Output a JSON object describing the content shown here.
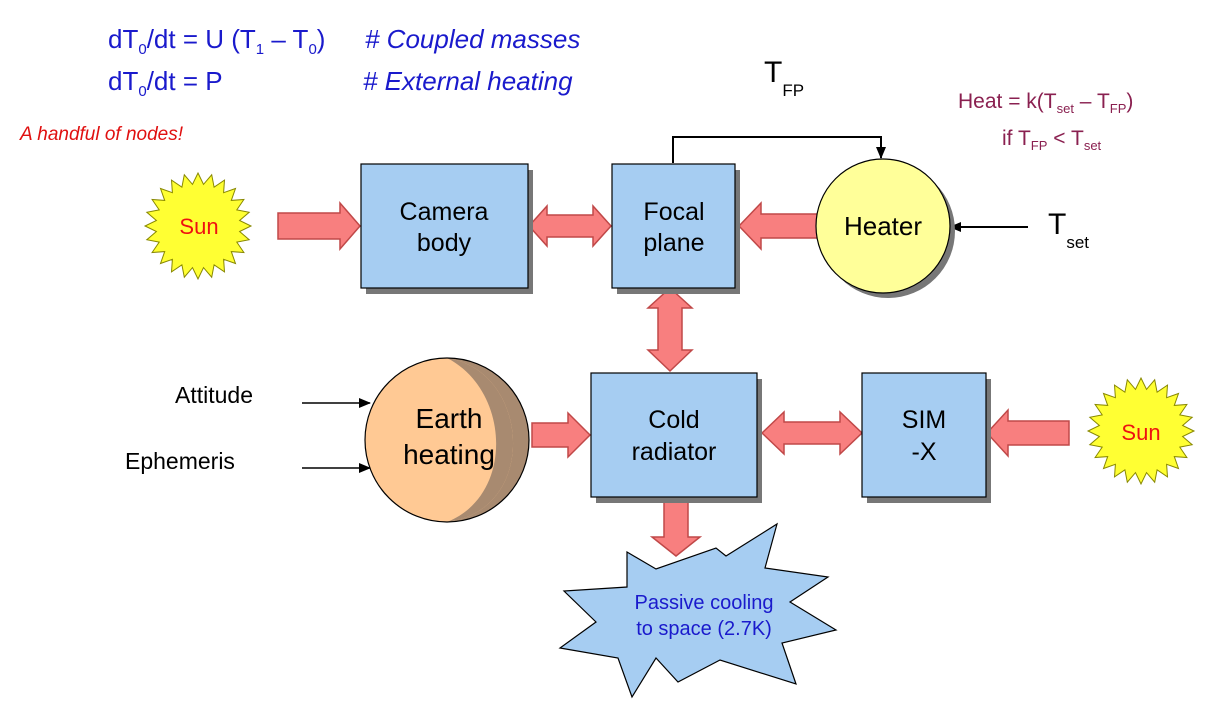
{
  "equations": {
    "line1": {
      "lhs_d": "dT",
      "lhs_sub": "0",
      "lhs_rest": "/dt = U (T",
      "t1_sub": "1",
      "minus": " – T",
      "t0_sub": "0",
      "close": ")",
      "comment": "# Coupled masses"
    },
    "line2": {
      "lhs_d": "dT",
      "lhs_sub": "0",
      "lhs_rest": "/dt = P",
      "comment": "# External heating"
    }
  },
  "note": "A handful of nodes!",
  "tfp_label": {
    "main": "T",
    "sub": "FP"
  },
  "heat_formula": {
    "line1": {
      "a": "Heat = k(T",
      "sub1": "set",
      "b": " – T",
      "sub2": "FP",
      "c": ")"
    },
    "line2": {
      "a": "if T",
      "sub1": "FP",
      "b": " < T",
      "sub2": "set"
    }
  },
  "tset_label": {
    "main": "T",
    "sub": "set"
  },
  "inputs": {
    "attitude": "Attitude",
    "ephemeris": "Ephemeris"
  },
  "nodes": {
    "sun_left": "Sun",
    "sun_right": "Sun",
    "camera_body": [
      "Camera",
      "body"
    ],
    "focal_plane": [
      "Focal",
      "plane"
    ],
    "heater": "Heater",
    "earth_heating": [
      "Earth",
      "heating"
    ],
    "cold_radiator": [
      "Cold",
      "radiator"
    ],
    "sim_x": [
      "SIM",
      "-X"
    ],
    "passive_cooling": [
      "Passive cooling",
      "to space (2.7K)"
    ]
  },
  "colors": {
    "box_fill": "#a6cdf2",
    "box_shadow": "#777777",
    "arrow_fill": "#f87f7f",
    "arrow_stroke": "#c04848",
    "sun_fill": "#ffff33",
    "sun_text": "#ee1111",
    "heater_fill": "#ffff99",
    "earth_light": "#ffc994",
    "earth_dark": "#a88a70",
    "star_fill": "#a6cdf2",
    "equation_text": "#1a1acc",
    "note_text": "#e01010",
    "heat_formula_text": "#8a2050",
    "passive_text": "#1a1acc"
  }
}
